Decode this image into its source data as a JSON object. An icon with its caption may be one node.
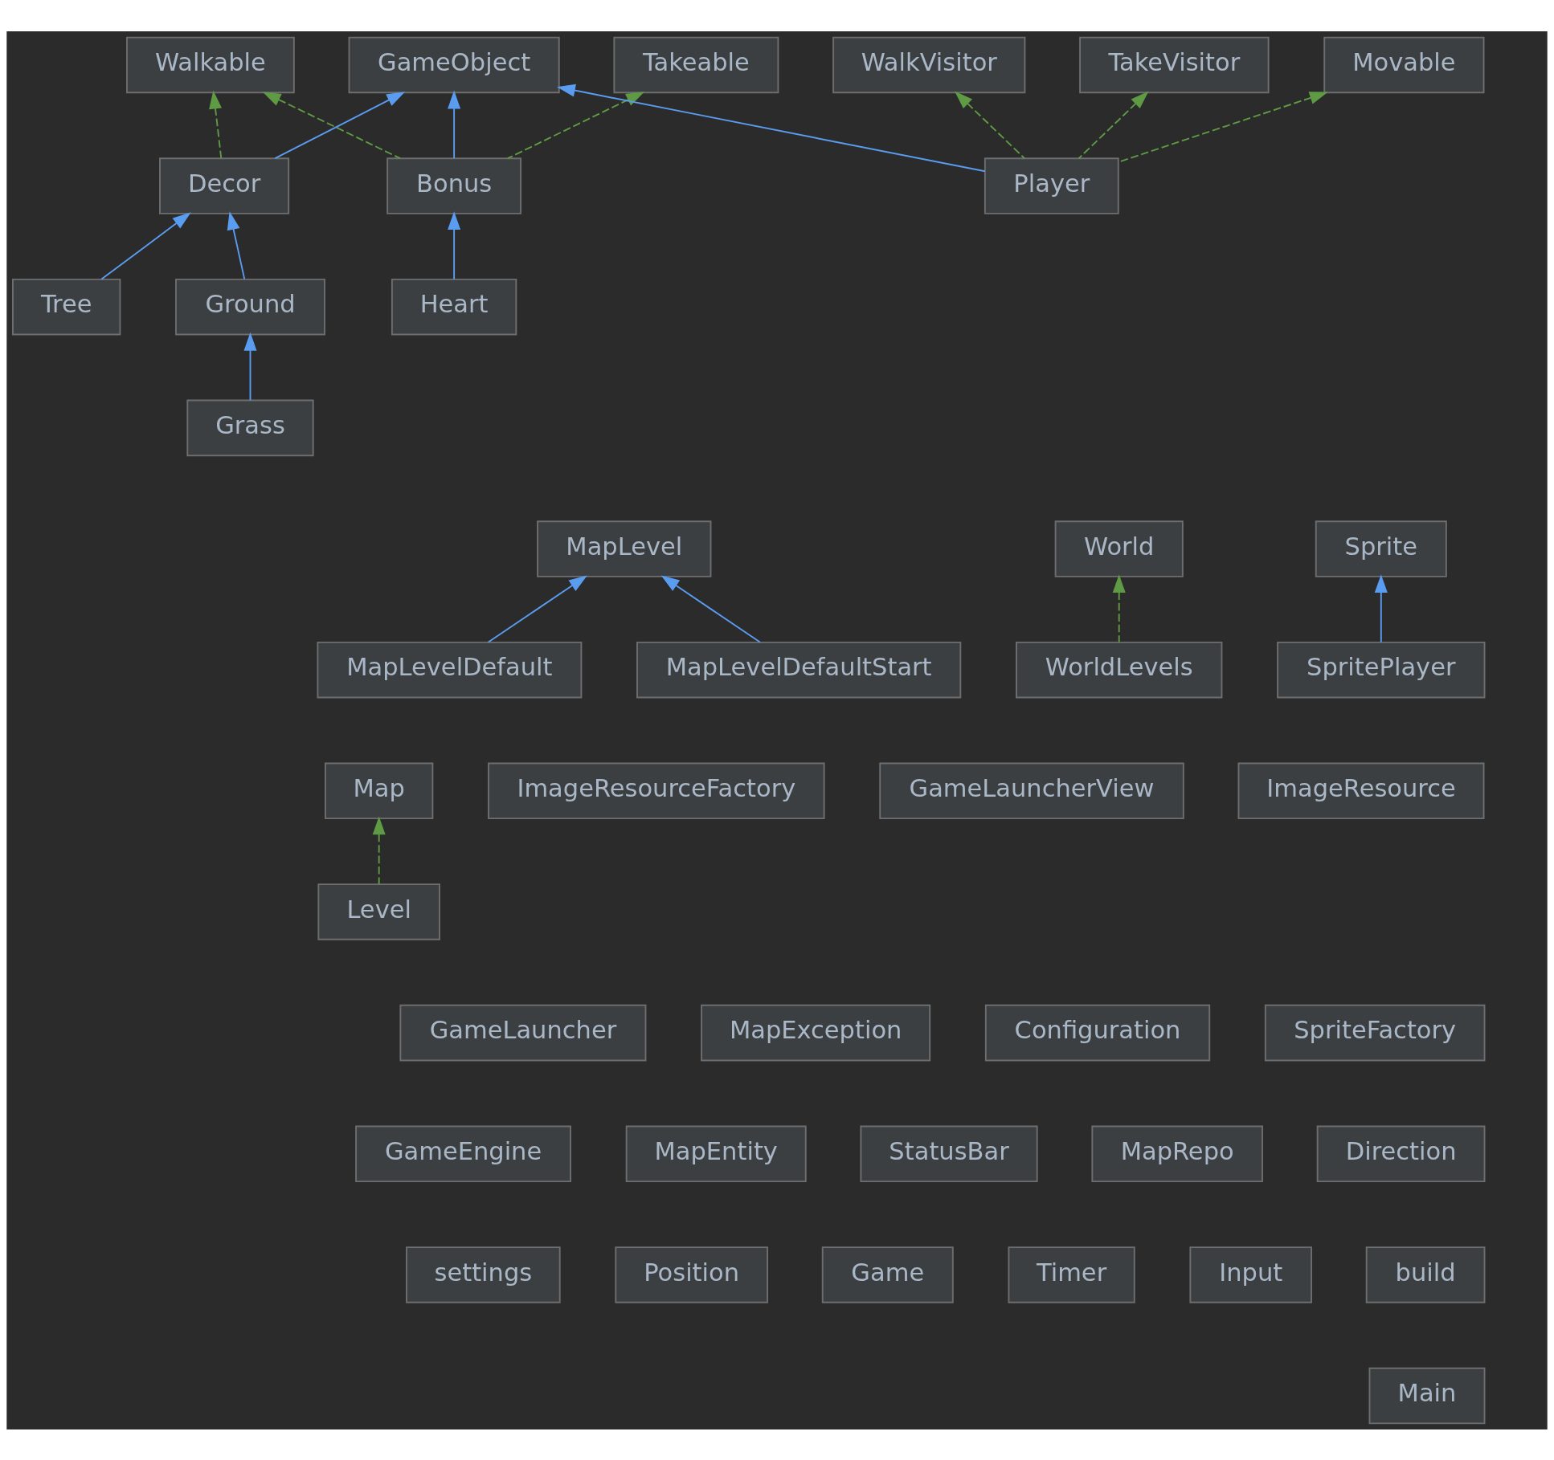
{
  "diagram": {
    "nodes": [
      {
        "text": [
          "Walkable"
        ]
      },
      {
        "text": [
          "Takeable"
        ]
      },
      {
        "text": [
          "GameObject"
        ]
      },
      {
        "text": [
          "WalkVisitor"
        ]
      },
      {
        "text": [
          "TakeVisitor"
        ]
      },
      {
        "text": [
          "Movable"
        ]
      },
      {
        "text": [
          "Decor"
        ]
      },
      {
        "text": [
          "Bonus"
        ]
      },
      {
        "text": [
          "Player"
        ]
      },
      {
        "text": [
          "Ground"
        ]
      },
      {
        "text": [
          "Tree"
        ]
      },
      {
        "text": [
          "Heart"
        ]
      },
      {
        "text": [
          "Grass"
        ]
      },
      {
        "text": [
          "MapLevel"
        ]
      },
      {
        "text": [
          "World"
        ]
      },
      {
        "text": [
          "Sprite"
        ]
      },
      {
        "text": [
          "MapLevelDefault"
        ]
      },
      {
        "text": [
          "MapLevelDefaultStart"
        ]
      },
      {
        "text": [
          "WorldLevels"
        ]
      },
      {
        "text": [
          "SpritePlayer"
        ]
      },
      {
        "text": [
          "Map"
        ]
      },
      {
        "text": [
          "ImageResourceFactory"
        ]
      },
      {
        "text": [
          "GameLauncherView"
        ]
      },
      {
        "text": [
          "ImageResource"
        ]
      },
      {
        "text": [
          "Level"
        ]
      },
      {
        "text": [
          "GameLauncher"
        ]
      },
      {
        "text": [
          "MapException"
        ]
      },
      {
        "text": [
          "Configuration"
        ]
      },
      {
        "text": [
          "SpriteFactory"
        ]
      },
      {
        "text": [
          "GameEngine"
        ]
      },
      {
        "text": [
          "MapEntity"
        ]
      },
      {
        "text": [
          "StatusBar"
        ]
      },
      {
        "text": [
          "MapRepo"
        ]
      },
      {
        "text": [
          "Direction"
        ]
      },
      {
        "text": [
          "settings"
        ]
      },
      {
        "text": [
          "Position"
        ]
      },
      {
        "text": [
          "Game"
        ]
      },
      {
        "text": [
          "Timer"
        ]
      },
      {
        "text": [
          "Input"
        ]
      },
      {
        "text": [
          "build"
        ]
      },
      {
        "text": [
          "Main"
        ]
      }
    ],
    "edges": [
      {
        "from": 6,
        "to": 0,
        "arrow": "to",
        "style": "dashed",
        "color": "#5f9a44"
      },
      {
        "from": 7,
        "to": 0,
        "arrow": "to",
        "style": "dashed",
        "color": "#5f9a44"
      },
      {
        "from": 7,
        "to": 1,
        "arrow": "to",
        "style": "dashed",
        "color": "#5f9a44"
      },
      {
        "from": 6,
        "to": 2,
        "arrow": "to"
      },
      {
        "from": 7,
        "to": 2,
        "arrow": "to"
      },
      {
        "from": 8,
        "to": 2,
        "arrow": "to"
      },
      {
        "from": 8,
        "to": 3,
        "arrow": "to",
        "style": "dashed",
        "color": "#5f9a44"
      },
      {
        "from": 8,
        "to": 4,
        "arrow": "to",
        "style": "dashed",
        "color": "#5f9a44"
      },
      {
        "from": 8,
        "to": 5,
        "arrow": "to",
        "style": "dashed",
        "color": "#5f9a44"
      },
      {
        "from": 9,
        "to": 6,
        "arrow": "to"
      },
      {
        "from": 10,
        "to": 6,
        "arrow": "to"
      },
      {
        "from": 11,
        "to": 7,
        "arrow": "to"
      },
      {
        "from": 12,
        "to": 9,
        "arrow": "to"
      },
      {
        "from": 16,
        "to": 13,
        "arrow": "to"
      },
      {
        "from": 17,
        "to": 13,
        "arrow": "to"
      },
      {
        "from": 18,
        "to": 14,
        "arrow": "to",
        "style": "dashed",
        "color": "#5f9a44"
      },
      {
        "from": 19,
        "to": 15,
        "arrow": "to"
      },
      {
        "from": 24,
        "to": 20,
        "arrow": "to",
        "style": "dashed",
        "color": "#5f9a44"
      }
    ]
  }
}
